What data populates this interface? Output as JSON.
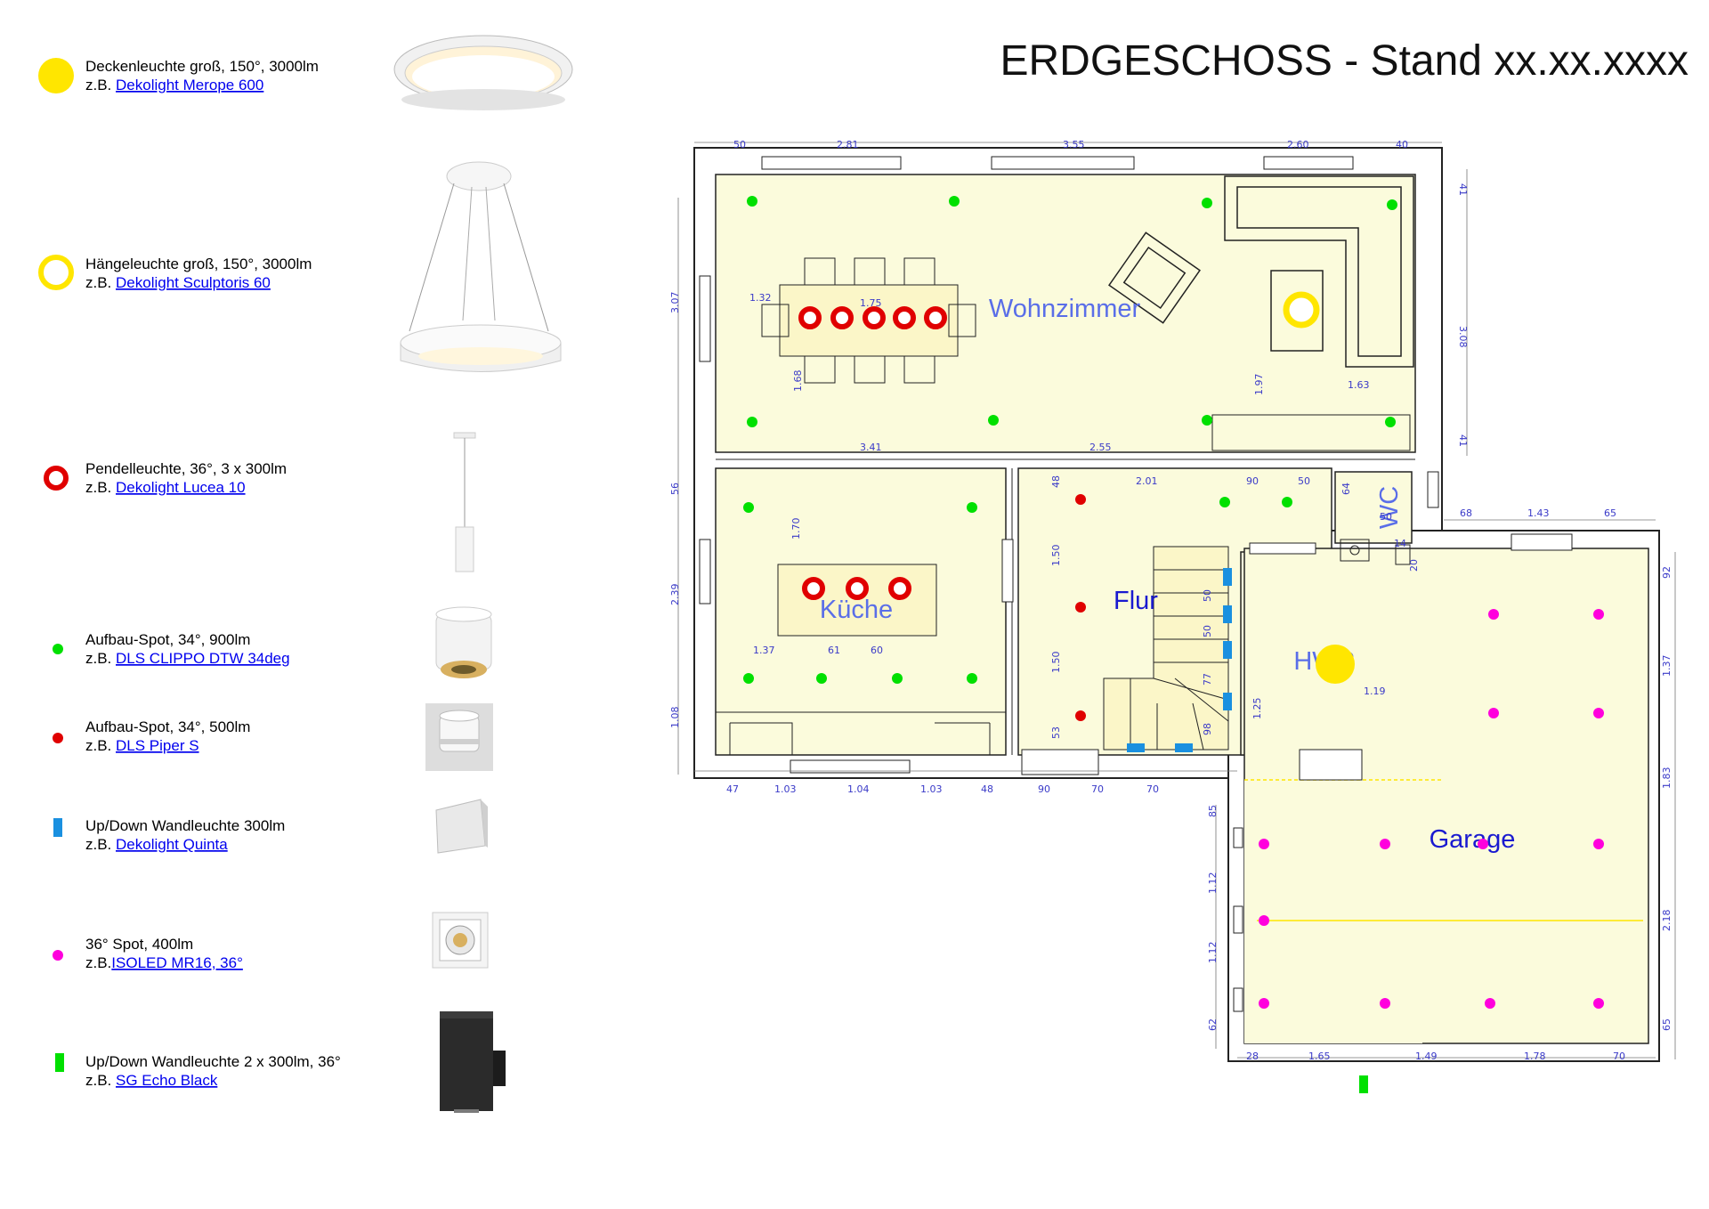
{
  "page_title": "ERDGESCHOSS - Stand xx.xx.xxxx",
  "colors": {
    "ceiling_light": "#ffe600",
    "pendant_ring": "#ffe600",
    "pendant_spot": "#e00000",
    "surface_spot_green": "#00e000",
    "surface_spot_red": "#e00000",
    "wall_updown_blue": "#1a90e0",
    "spot_magenta": "#ff00dd",
    "wall_updown_green": "#00e000",
    "floor_fill": "#fbfbdc",
    "dimension": "#3a3ac8"
  },
  "legend": [
    {
      "title": "Deckenleuchte groß, 150°, 3000lm",
      "prefix": "z.B. ",
      "link": "Dekolight Merope 600",
      "symbol": "yellow-disc-icon"
    },
    {
      "title": "Hängeleuchte groß, 150°, 3000lm",
      "prefix": "z.B. ",
      "link": "Dekolight Sculptoris 60",
      "symbol": "yellow-ring-icon"
    },
    {
      "title": "Pendelleuchte, 36°, 3 x 300lm",
      "prefix": "z.B. ",
      "link": "Dekolight Lucea 10",
      "symbol": "red-ring-icon"
    },
    {
      "title": "Aufbau-Spot, 34°, 900lm",
      "prefix": "z.B. ",
      "link": "DLS CLIPPO DTW 34deg",
      "symbol": "green-dot-icon"
    },
    {
      "title": "Aufbau-Spot, 34°, 500lm",
      "prefix": "z.B. ",
      "link": "DLS Piper S",
      "symbol": "red-dot-icon"
    },
    {
      "title": "Up/Down Wandleuchte 300lm",
      "prefix": "z.B. ",
      "link": "Dekolight Quinta",
      "symbol": "blue-bar-icon"
    },
    {
      "title": "36° Spot, 400lm",
      "prefix": "z.B.",
      "link": "ISOLED MR16, 36°",
      "symbol": "magenta-dot-icon"
    },
    {
      "title": "Up/Down Wandleuchte 2 x 300lm, 36°",
      "prefix": "z.B. ",
      "link": "SG Echo Black",
      "symbol": "green-bar-icon"
    }
  ],
  "rooms": {
    "wohnzimmer": "Wohnzimmer",
    "kueche": "Küche",
    "flur": "Flur",
    "wc": "WC",
    "hwr": "HWR",
    "garage": "Garage"
  },
  "dimensions": {
    "top": [
      "50",
      "2.81",
      "3.55",
      "2.60",
      "40"
    ],
    "wohn_left": "3.07",
    "wohn_right": "3.08",
    "wohn_right_top": "41",
    "wohn_right_bottom": "41",
    "table_132": "1.32",
    "table_175": "1.75",
    "wohn_168": "1.68",
    "wohn_197": "1.97",
    "wohn_163": "1.63",
    "wohn_bottom_341": "3.41",
    "wohn_bottom_255": "2.55",
    "kueche_56": "56",
    "kueche_239": "2.39",
    "kueche_108": "1.08",
    "kueche_170": "1.70",
    "kueche_137": "1.37",
    "kueche_61": "61",
    "kueche_60": "60",
    "bottom": [
      "47",
      "1.03",
      "1.04",
      "1.03",
      "48",
      "90",
      "70",
      "70"
    ],
    "flur_48": "48",
    "flur_150a": "1.50",
    "flur_150b": "1.50",
    "flur_53": "53",
    "flur_201": "2.01",
    "flur_90": "90",
    "flur_50": "50",
    "stair_50a": "50",
    "stair_50b": "50",
    "stair_77": "77",
    "stair_98": "98",
    "wc_64": "64",
    "wc_50": "50",
    "wc_14": "14",
    "wc_20": "20",
    "hwr_125": "1.25",
    "hwr_119": "1.19",
    "garage_top": [
      "68",
      "1.43",
      "65"
    ],
    "garage_right": [
      "92",
      "1.37",
      "1.83",
      "2.18",
      "65"
    ],
    "garage_left": [
      "85",
      "1.12",
      "1.12",
      "62"
    ],
    "garage_bottom": [
      "28",
      "1.65",
      "1.49",
      "1.78",
      "70"
    ]
  }
}
